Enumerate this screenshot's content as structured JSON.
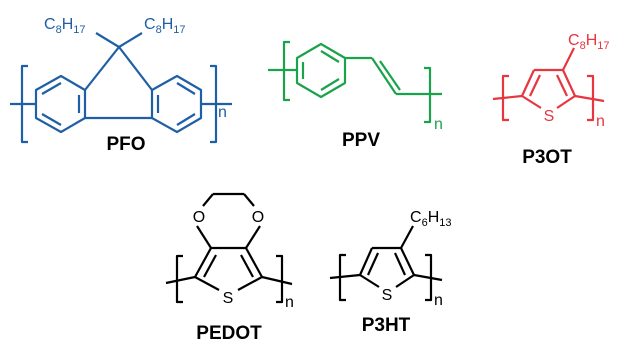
{
  "colors": {
    "pfo": "#1f5fa6",
    "ppv": "#1aa34a",
    "p3ot": "#e8353f",
    "black": "#000000"
  },
  "molecules": {
    "pfo": {
      "name": "PFO",
      "sub_c": "C",
      "sub_c_n": "8",
      "sub_h": "H",
      "sub_h_n": "17",
      "repeat": "n"
    },
    "ppv": {
      "name": "PPV",
      "repeat": "n"
    },
    "p3ot": {
      "name": "P3OT",
      "sulfur": "S",
      "sub_c": "C",
      "sub_c_n": "8",
      "sub_h": "H",
      "sub_h_n": "17",
      "repeat": "n"
    },
    "pedot": {
      "name": "PEDOT",
      "sulfur": "S",
      "oxygen": "O",
      "repeat": "n"
    },
    "p3ht": {
      "name": "P3HT",
      "sulfur": "S",
      "sub_c": "C",
      "sub_c_n": "6",
      "sub_h": "H",
      "sub_h_n": "13",
      "repeat": "n"
    }
  }
}
